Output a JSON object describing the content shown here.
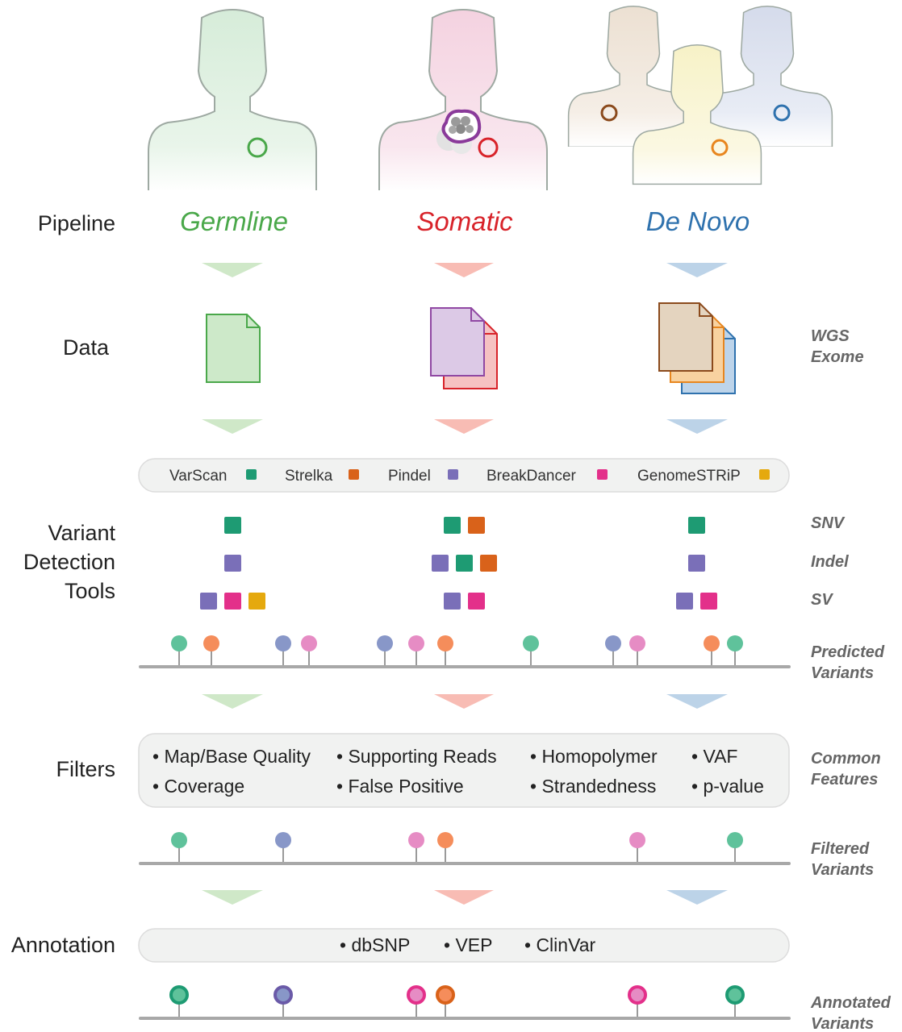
{
  "colors": {
    "germline": "#4aa84a",
    "somatic": "#d8232a",
    "denovo": "#2f72ae",
    "varscan": "#1e9b73",
    "strelka": "#d9621a",
    "pindel": "#7a6fb8",
    "breakdancer": "#e3308a",
    "genomestrip": "#e5a90e"
  },
  "rows": {
    "pipeline": "Pipeline",
    "data": "Data",
    "variant_detection": [
      "Variant",
      "Detection",
      "Tools"
    ],
    "filters": "Filters",
    "annotation": "Annotation"
  },
  "pipelines": [
    {
      "key": "germline",
      "label": "Germline"
    },
    {
      "key": "somatic",
      "label": "Somatic"
    },
    {
      "key": "denovo",
      "label": "De Novo"
    }
  ],
  "side_labels": {
    "data": [
      "WGS",
      "Exome"
    ],
    "snv": "SNV",
    "indel": "Indel",
    "sv": "SV",
    "predicted": [
      "Predicted",
      "Variants"
    ],
    "common": [
      "Common",
      "Features"
    ],
    "filtered": [
      "Filtered",
      "Variants"
    ],
    "annotated": [
      "Annotated",
      "Variants"
    ]
  },
  "tools": [
    {
      "name": "VarScan",
      "icon": "varscan"
    },
    {
      "name": "Strelka",
      "icon": "strelka"
    },
    {
      "name": "Pindel",
      "icon": "pindel"
    },
    {
      "name": "BreakDancer",
      "icon": "breakdancer"
    },
    {
      "name": "GenomeSTRiP",
      "icon": "genomestrip"
    }
  ],
  "filters": [
    [
      "• Map/Base Quality",
      "• Coverage"
    ],
    [
      "• Supporting Reads",
      "• False Positive"
    ],
    [
      "• Homopolymer",
      "• Strandedness"
    ],
    [
      "• VAF",
      "• p-value"
    ]
  ],
  "annotation_sources": [
    "• dbSNP",
    "• VEP",
    "• ClinVar"
  ]
}
